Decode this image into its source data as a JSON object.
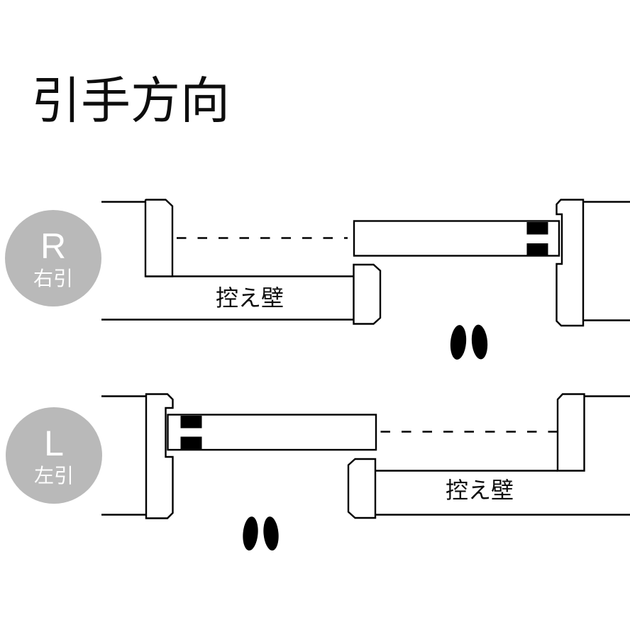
{
  "title": "引手方向",
  "colors": {
    "line": "#000000",
    "badge_background": "#b9b9b9",
    "badge_text": "#ffffff",
    "handle_mark": "#000000",
    "canvas_background": "#ffffff"
  },
  "diagrams": [
    {
      "direction_code": "R",
      "direction_label": "右引",
      "wall_label": "控え壁"
    },
    {
      "direction_code": "L",
      "direction_label": "左引",
      "wall_label": "控え壁"
    }
  ]
}
